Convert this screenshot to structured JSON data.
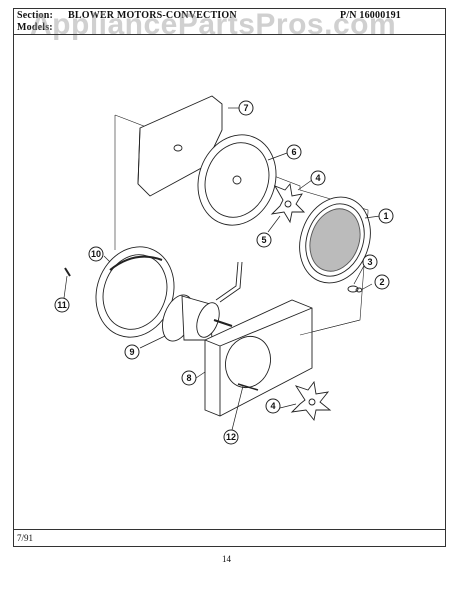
{
  "header": {
    "section_label": "Section:",
    "section_title": "BLOWER MOTORS-CONVECTION",
    "part_number": "P/N 16000191",
    "model_label": "Models:"
  },
  "watermark": "AppliancePartsPros.com",
  "footer": {
    "date": "7/91",
    "page": "14"
  },
  "diagram": {
    "callouts": [
      "7",
      "6",
      "4",
      "1",
      "5",
      "3",
      "2",
      "10",
      "11",
      "9",
      "8",
      "4",
      "12"
    ]
  }
}
